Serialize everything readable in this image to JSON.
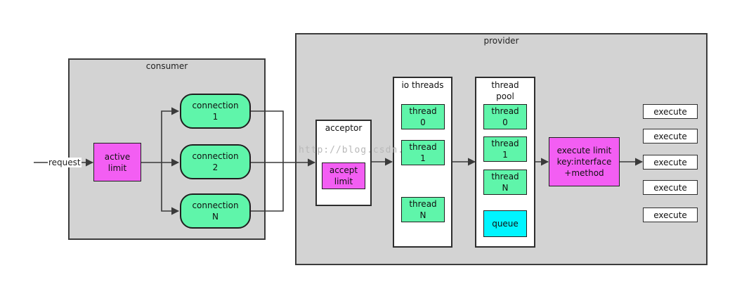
{
  "provider": {
    "title": "provider"
  },
  "consumer": {
    "title": "consumer"
  },
  "request_label": "request",
  "consumer_nodes": {
    "active_limit": "active\nlimit",
    "connection_1": "connection\n1",
    "connection_2": "connection\n2",
    "connection_n": "connection\nN"
  },
  "acceptor": {
    "title": "acceptor",
    "accept_limit": "accept\nlimit"
  },
  "io_threads": {
    "title": "io threads",
    "thread_0": "thread\n0",
    "thread_1": "thread\n1",
    "thread_n": "thread\nN"
  },
  "thread_pool": {
    "title": "thread\npool",
    "thread_0": "thread\n0",
    "thread_1": "thread\n1",
    "thread_n": "thread\nN",
    "queue": "queue"
  },
  "execute_limit": "execute limit\nkey:interface\n+method",
  "execute_items": [
    "execute",
    "execute",
    "execute",
    "execute",
    "execute"
  ],
  "watermark": "http://blog.csdn.",
  "colors": {
    "region_fill": "#d3d3d3",
    "node_green": "#5ff5aa",
    "node_magenta": "#f35ef3",
    "node_cyan": "#00f5ff",
    "wire": "#3a3a3a"
  }
}
